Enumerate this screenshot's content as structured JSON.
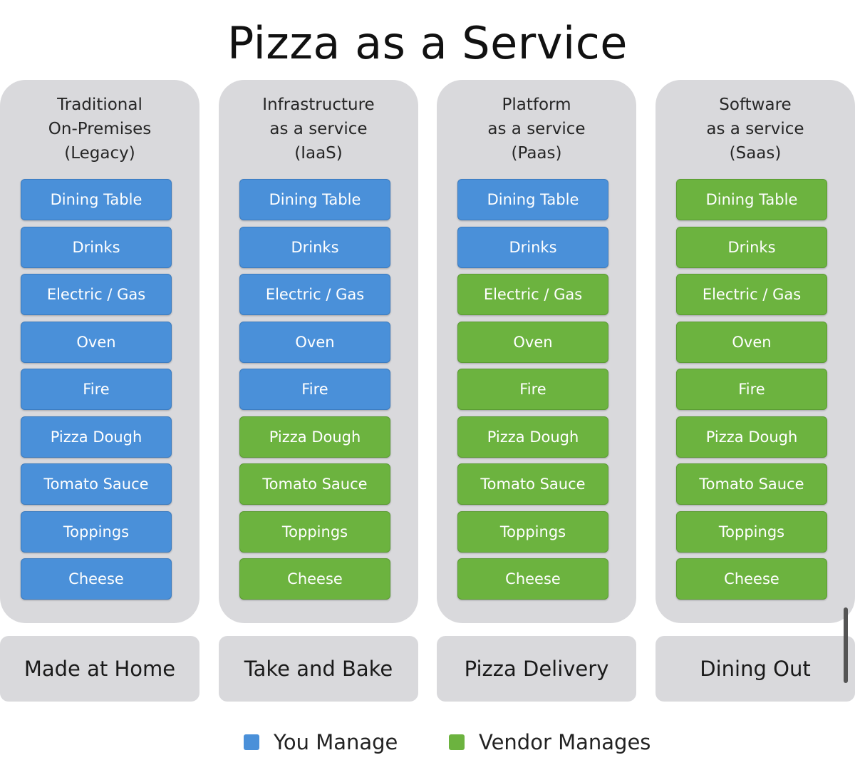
{
  "title": "Pizza as a Service",
  "colors": {
    "you_manage": "#4a90d9",
    "vendor_manages": "#6cb33f",
    "column_bg": "#d9d9dc"
  },
  "columns": [
    {
      "heading": [
        "Traditional",
        "On-Premises",
        "(Legacy)"
      ],
      "footer": "Made at Home",
      "items": [
        {
          "label": "Dining Table",
          "managed_by": "you"
        },
        {
          "label": "Drinks",
          "managed_by": "you"
        },
        {
          "label": "Electric / Gas",
          "managed_by": "you"
        },
        {
          "label": "Oven",
          "managed_by": "you"
        },
        {
          "label": "Fire",
          "managed_by": "you"
        },
        {
          "label": "Pizza Dough",
          "managed_by": "you"
        },
        {
          "label": "Tomato Sauce",
          "managed_by": "you"
        },
        {
          "label": "Toppings",
          "managed_by": "you"
        },
        {
          "label": "Cheese",
          "managed_by": "you"
        }
      ]
    },
    {
      "heading": [
        "Infrastructure",
        "as a service",
        "(IaaS)"
      ],
      "footer": "Take and Bake",
      "items": [
        {
          "label": "Dining Table",
          "managed_by": "you"
        },
        {
          "label": "Drinks",
          "managed_by": "you"
        },
        {
          "label": "Electric / Gas",
          "managed_by": "you"
        },
        {
          "label": "Oven",
          "managed_by": "you"
        },
        {
          "label": "Fire",
          "managed_by": "you"
        },
        {
          "label": "Pizza Dough",
          "managed_by": "vendor"
        },
        {
          "label": "Tomato Sauce",
          "managed_by": "vendor"
        },
        {
          "label": "Toppings",
          "managed_by": "vendor"
        },
        {
          "label": "Cheese",
          "managed_by": "vendor"
        }
      ]
    },
    {
      "heading": [
        "Platform",
        "as a service",
        "(Paas)"
      ],
      "footer": "Pizza Delivery",
      "items": [
        {
          "label": "Dining Table",
          "managed_by": "you"
        },
        {
          "label": "Drinks",
          "managed_by": "you"
        },
        {
          "label": "Electric / Gas",
          "managed_by": "vendor"
        },
        {
          "label": "Oven",
          "managed_by": "vendor"
        },
        {
          "label": "Fire",
          "managed_by": "vendor"
        },
        {
          "label": "Pizza Dough",
          "managed_by": "vendor"
        },
        {
          "label": "Tomato Sauce",
          "managed_by": "vendor"
        },
        {
          "label": "Toppings",
          "managed_by": "vendor"
        },
        {
          "label": "Cheese",
          "managed_by": "vendor"
        }
      ]
    },
    {
      "heading": [
        "Software",
        "as a service",
        "(Saas)"
      ],
      "footer": "Dining Out",
      "items": [
        {
          "label": "Dining Table",
          "managed_by": "vendor"
        },
        {
          "label": "Drinks",
          "managed_by": "vendor"
        },
        {
          "label": "Electric / Gas",
          "managed_by": "vendor"
        },
        {
          "label": "Oven",
          "managed_by": "vendor"
        },
        {
          "label": "Fire",
          "managed_by": "vendor"
        },
        {
          "label": "Pizza Dough",
          "managed_by": "vendor"
        },
        {
          "label": "Tomato Sauce",
          "managed_by": "vendor"
        },
        {
          "label": "Toppings",
          "managed_by": "vendor"
        },
        {
          "label": "Cheese",
          "managed_by": "vendor"
        }
      ]
    }
  ],
  "legend": {
    "you_label": "You Manage",
    "vendor_label": "Vendor Manages"
  }
}
